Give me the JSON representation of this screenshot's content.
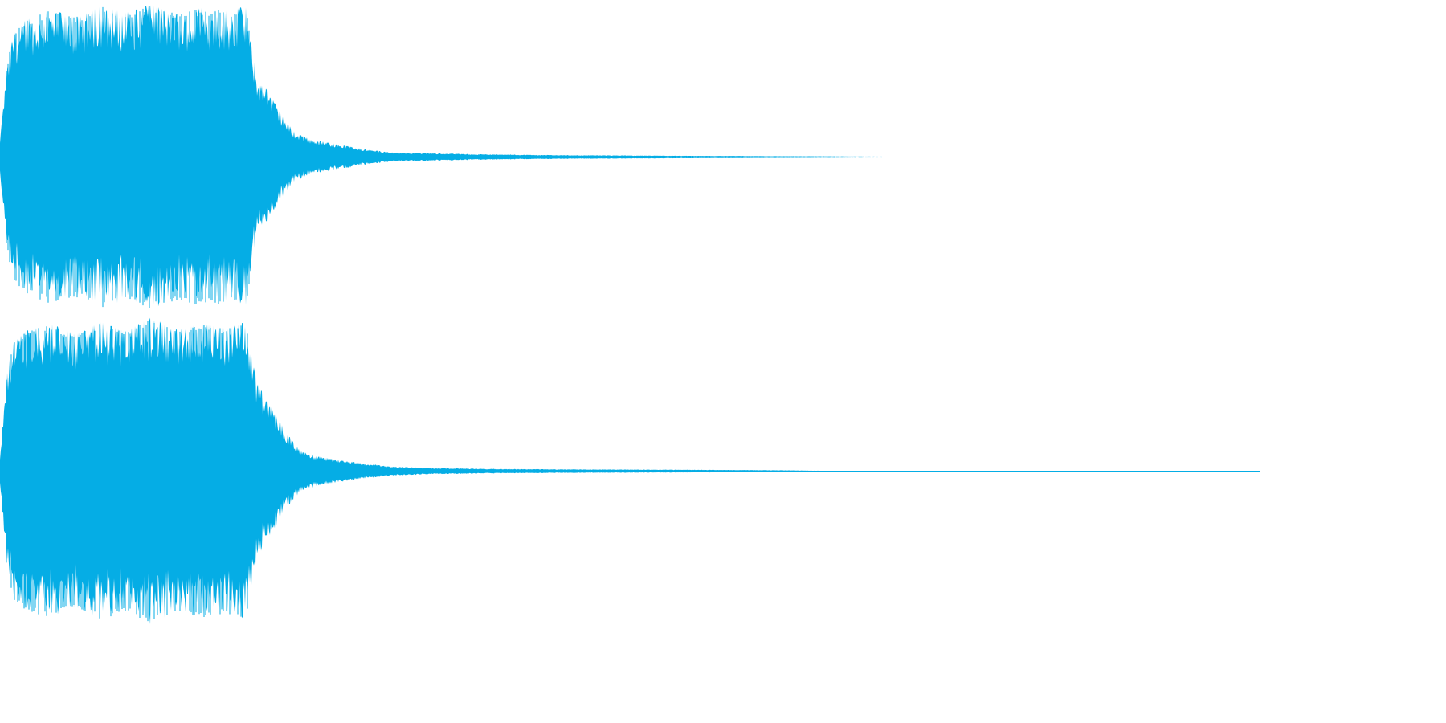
{
  "waveform": {
    "color": "#05ADE5",
    "background": "#ffffff",
    "channels": [
      {
        "name": "",
        "envelope": [
          [
            0.0,
            0.1
          ],
          [
            0.005,
            0.55
          ],
          [
            0.01,
            0.8
          ],
          [
            0.02,
            0.88
          ],
          [
            0.04,
            0.95
          ],
          [
            0.06,
            0.9
          ],
          [
            0.08,
            0.97
          ],
          [
            0.1,
            0.93
          ],
          [
            0.12,
            0.98
          ],
          [
            0.14,
            0.92
          ],
          [
            0.16,
            0.96
          ],
          [
            0.18,
            0.94
          ],
          [
            0.195,
            0.97
          ],
          [
            0.2,
            0.7
          ],
          [
            0.205,
            0.5
          ],
          [
            0.215,
            0.4
          ],
          [
            0.225,
            0.25
          ],
          [
            0.235,
            0.15
          ],
          [
            0.25,
            0.11
          ],
          [
            0.27,
            0.08
          ],
          [
            0.29,
            0.05
          ],
          [
            0.31,
            0.03
          ],
          [
            0.34,
            0.025
          ],
          [
            0.38,
            0.018
          ],
          [
            0.45,
            0.012
          ],
          [
            0.55,
            0.008
          ],
          [
            0.65,
            0.005
          ],
          [
            0.7,
            0.003
          ],
          [
            0.75,
            0.0015
          ],
          [
            1.0,
            0.0
          ]
        ]
      },
      {
        "name": "",
        "envelope": [
          [
            0.0,
            0.1
          ],
          [
            0.005,
            0.6
          ],
          [
            0.01,
            0.82
          ],
          [
            0.02,
            0.9
          ],
          [
            0.04,
            0.95
          ],
          [
            0.06,
            0.88
          ],
          [
            0.08,
            0.96
          ],
          [
            0.1,
            0.9
          ],
          [
            0.12,
            0.99
          ],
          [
            0.14,
            0.91
          ],
          [
            0.16,
            0.95
          ],
          [
            0.18,
            0.92
          ],
          [
            0.195,
            0.96
          ],
          [
            0.2,
            0.72
          ],
          [
            0.205,
            0.55
          ],
          [
            0.215,
            0.42
          ],
          [
            0.225,
            0.28
          ],
          [
            0.235,
            0.16
          ],
          [
            0.25,
            0.1
          ],
          [
            0.27,
            0.07
          ],
          [
            0.29,
            0.05
          ],
          [
            0.31,
            0.03
          ],
          [
            0.34,
            0.022
          ],
          [
            0.38,
            0.016
          ],
          [
            0.45,
            0.012
          ],
          [
            0.55,
            0.009
          ],
          [
            0.62,
            0.006
          ],
          [
            0.66,
            0.002
          ],
          [
            1.0,
            0.0
          ]
        ]
      }
    ]
  }
}
